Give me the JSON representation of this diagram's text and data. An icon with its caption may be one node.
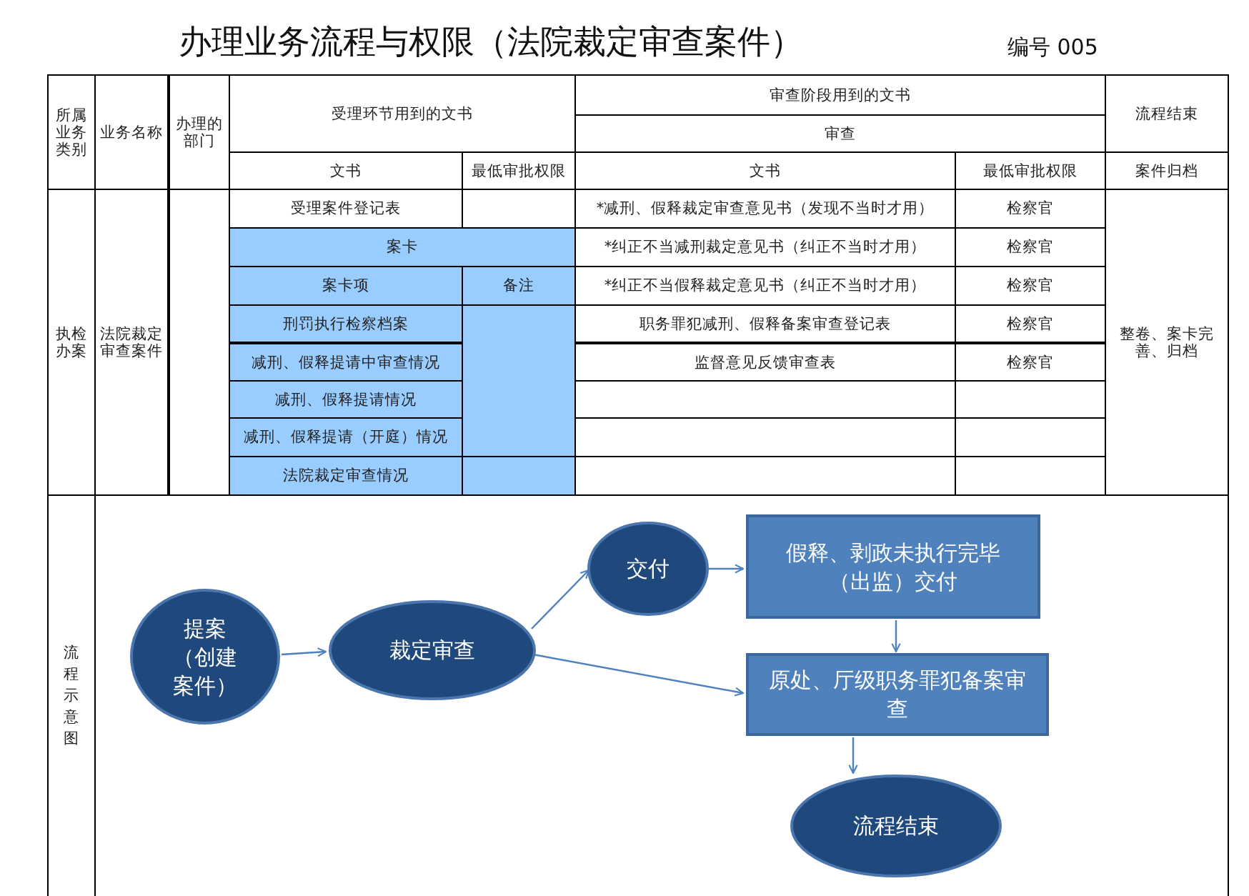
{
  "diagram": {
    "title": "办理业务流程与权限（法院裁定审查案件）",
    "nodes": [
      {
        "text": [
          "提案（创建案件）"
        ]
      },
      {
        "text": [
          "裁定审查"
        ]
      },
      {
        "text": [
          "交付"
        ]
      },
      {
        "text": [
          "假释、剥政未执行完毕（出监）交付"
        ]
      },
      {
        "text": [
          "原处、厅级职务罪犯备案审查"
        ]
      },
      {
        "text": [
          "流程结束"
        ]
      }
    ],
    "edges": [
      {
        "from": 0,
        "to": 1,
        "arrow": "to"
      },
      {
        "from": 1,
        "to": 2,
        "arrow": "to"
      },
      {
        "from": 1,
        "to": 4,
        "arrow": "to"
      },
      {
        "from": 2,
        "to": 3,
        "arrow": "to"
      },
      {
        "from": 3,
        "to": 4,
        "arrow": "to"
      },
      {
        "from": 4,
        "to": 5,
        "arrow": "to"
      }
    ],
    "labels": [
      "编号 005",
      "所属业务类别",
      "业务名称",
      "办理的部门",
      "受理环节用到的文书",
      "审查阶段用到的文书",
      "流程结束",
      "审查",
      "文书",
      "最低审批权限",
      "文书",
      "最低审批权限",
      "案件归档",
      "执检办案",
      "法院裁定审查案件",
      "受理案件登记表",
      "*减刑、假释裁定审查意见书（发现不当时才用）",
      "检察官",
      "整卷、案卡完善、归档",
      "案卡",
      "*纠正不当减刑裁定意见书（纠正不当时才用）",
      "检察官",
      "案卡项",
      "备注",
      "*纠正不当假释裁定意见书（纠正不当时才用）",
      "检察官",
      "刑罚执行检察档案",
      "职务罪犯减刑、假释备案审查登记表",
      "检察官",
      "减刑、假释提请中审查情况",
      "监督意见反馈审查表",
      "检察官",
      "减刑、假释提请情况",
      "减刑、假释提请（开庭）情况",
      "法院裁定审查情况",
      "流程示意图"
    ]
  }
}
